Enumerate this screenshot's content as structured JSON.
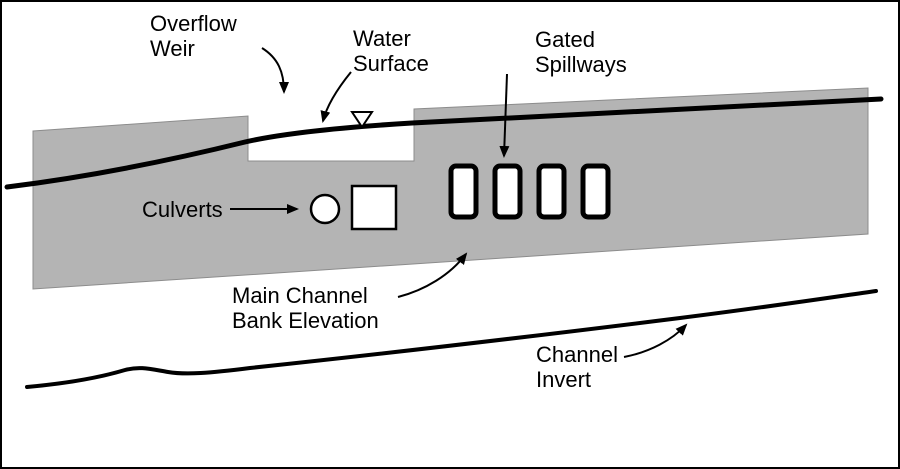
{
  "diagram": {
    "labels": {
      "overflow_weir_line1": "Overflow",
      "overflow_weir_line2": "Weir",
      "water_surface_line1": "Water",
      "water_surface_line2": "Surface",
      "gated_spillways_line1": "Gated",
      "gated_spillways_line2": "Spillways",
      "culverts": "Culverts",
      "main_channel_line1": "Main Channel",
      "main_channel_line2": "Bank Elevation",
      "channel_invert_line1": "Channel",
      "channel_invert_line2": "Invert"
    },
    "colors": {
      "structure_fill": "#b4b4b4",
      "line": "#000000",
      "background": "#ffffff"
    },
    "features": {
      "spillway_count": 4,
      "culvert_shapes": [
        "circle",
        "square"
      ],
      "water_surface_marker": "open triangle"
    }
  }
}
